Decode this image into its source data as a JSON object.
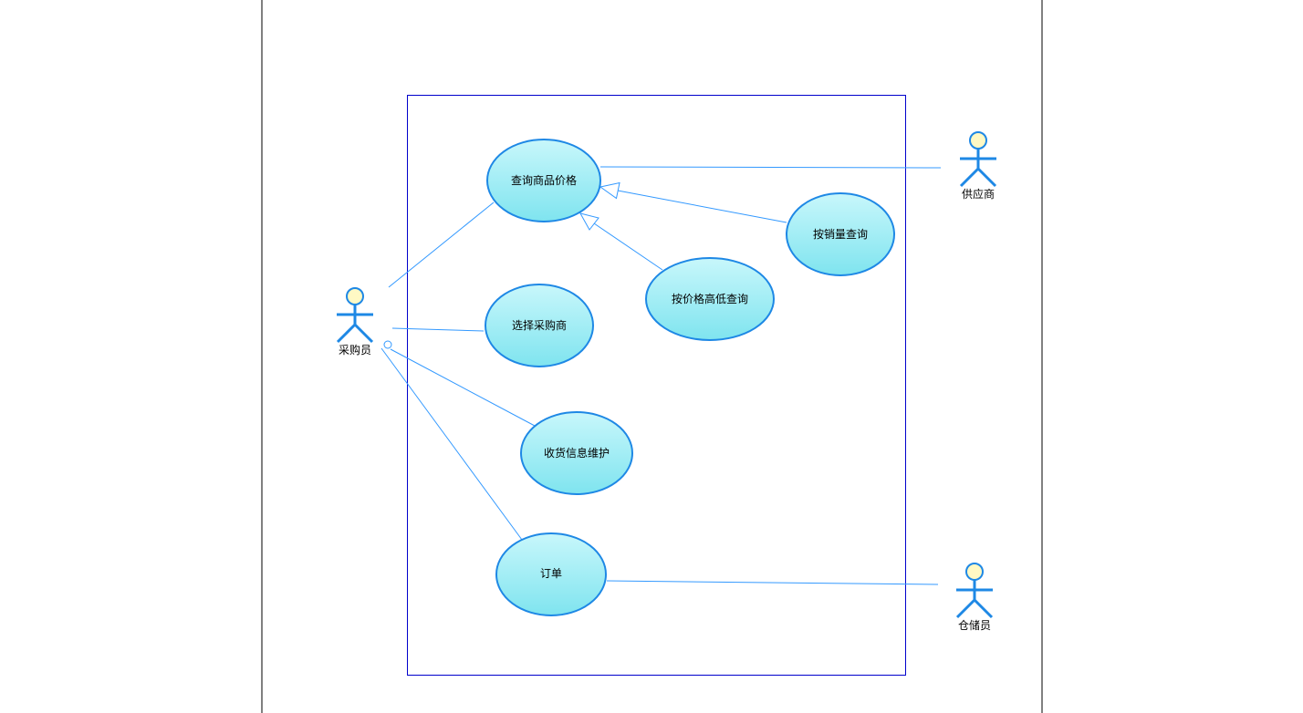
{
  "diagram": {
    "type": "use-case",
    "colors": {
      "page_border": "#000000",
      "system_boundary": "#0000cc",
      "association_line": "#3399ff",
      "actor_stroke": "#1e88e5",
      "actor_head_fill": "#fff9c4",
      "usecase_stroke": "#1e88e5",
      "usecase_fill_top": "#c8f7fb",
      "usecase_fill_bottom": "#7fe4ef"
    },
    "actors": [
      {
        "id": "buyer",
        "label": "采购员"
      },
      {
        "id": "supplier",
        "label": "供应商"
      },
      {
        "id": "warehouse",
        "label": "仓储员"
      }
    ],
    "use_cases": [
      {
        "id": "query_price",
        "label": "查询商品价格"
      },
      {
        "id": "by_sales",
        "label": "按销量查询"
      },
      {
        "id": "by_price",
        "label": "按价格高低查询"
      },
      {
        "id": "select_supplier",
        "label": "选择采购商"
      },
      {
        "id": "receipt_info",
        "label": "收货信息维护"
      },
      {
        "id": "order",
        "label": "订单"
      }
    ],
    "associations": [
      {
        "from": "buyer",
        "to": "query_price"
      },
      {
        "from": "buyer",
        "to": "select_supplier"
      },
      {
        "from": "buyer",
        "to": "receipt_info"
      },
      {
        "from": "buyer",
        "to": "order"
      },
      {
        "from": "supplier",
        "to": "query_price"
      },
      {
        "from": "warehouse",
        "to": "order"
      }
    ],
    "generalizations": [
      {
        "from": "by_sales",
        "to": "query_price"
      },
      {
        "from": "by_price",
        "to": "query_price"
      }
    ]
  }
}
